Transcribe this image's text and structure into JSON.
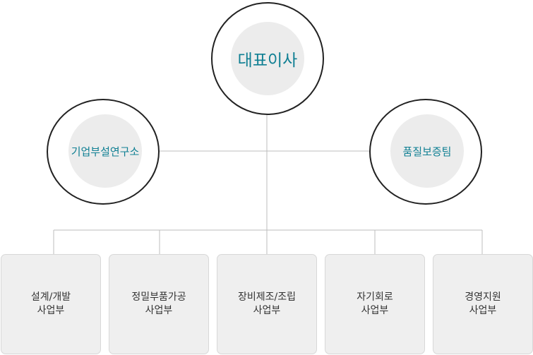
{
  "org_chart": {
    "top": {
      "label": "대표이사"
    },
    "side_left": {
      "label": "기업부설연구소"
    },
    "side_right": {
      "label": "품질보증팀"
    },
    "departments": [
      {
        "line1": "설계/개발",
        "line2": "사업부"
      },
      {
        "line1": "정밀부품가공",
        "line2": "사업부"
      },
      {
        "line1": "장비제조/조립",
        "line2": "사업부"
      },
      {
        "line1": "자기회로",
        "line2": "사업부"
      },
      {
        "line1": "경영지원",
        "line2": "사업부"
      }
    ]
  },
  "colors": {
    "accent_text": "#0f7f93",
    "circle_border": "#222222",
    "connector": "#bcbcbc",
    "inner_fill": "#ececec",
    "dept_fill": "#efefef"
  }
}
